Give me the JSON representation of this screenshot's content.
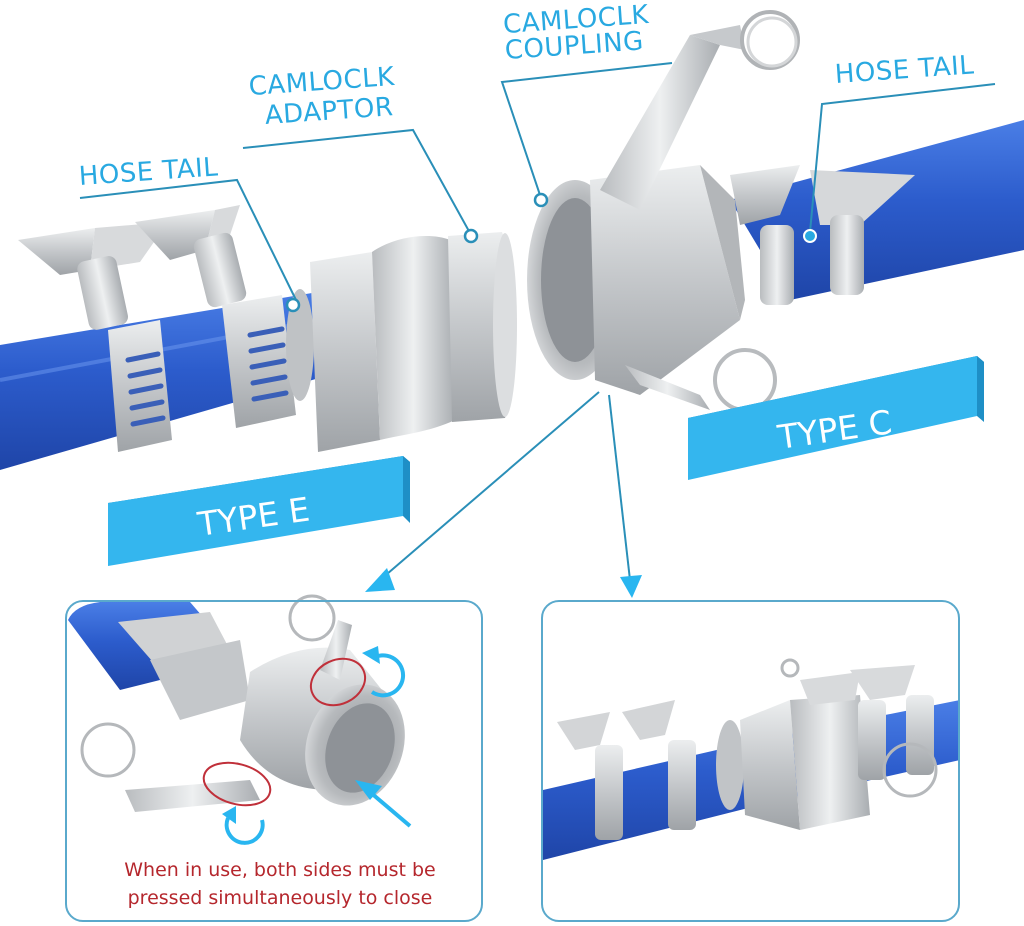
{
  "callouts": {
    "adaptor": {
      "line1": "CAMLOCLK",
      "line2": "ADAPTOR"
    },
    "hose_tail_left": {
      "label": "HOSE TAIL"
    },
    "coupling": {
      "line1": "CAMLOCLK",
      "line2": "COUPLING"
    },
    "hose_tail_right": {
      "label": "HOSE TAIL"
    }
  },
  "banners": {
    "type_e": {
      "label": "TYPE E"
    },
    "type_c": {
      "label": "TYPE C"
    }
  },
  "panels": {
    "left": {
      "caption_line1": "When in use, both sides must be",
      "caption_line2": "pressed simultaneously to close"
    },
    "right": {}
  },
  "colors": {
    "accent_blue": "#29a9e1",
    "banner_blue": "#34b6ee",
    "banner_edge": "#1e8fc6",
    "leader_line": "#2a8fb8",
    "hose_blue": "#2f5fcf",
    "metal": "#c9cbcd",
    "caution_red": "#b5272d",
    "panel_border": "#5aa9cc"
  }
}
